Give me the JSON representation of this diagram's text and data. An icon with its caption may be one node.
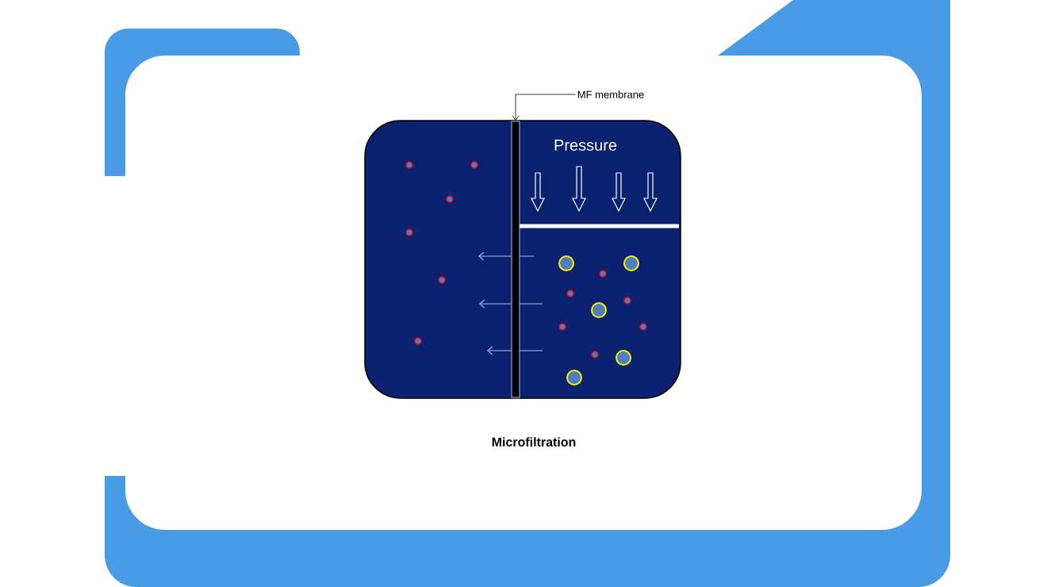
{
  "diagram": {
    "caption": "Microfiltration",
    "nodes": [
      {
        "text": [
          "Pressure"
        ]
      },
      {
        "text": [
          "MF membrane"
        ]
      },
      {
        "text": [],
        "shape": "bar",
        "in": 0
      }
    ],
    "edges": [
      {
        "from": 1,
        "to": 2,
        "arrow": "to"
      }
    ]
  }
}
